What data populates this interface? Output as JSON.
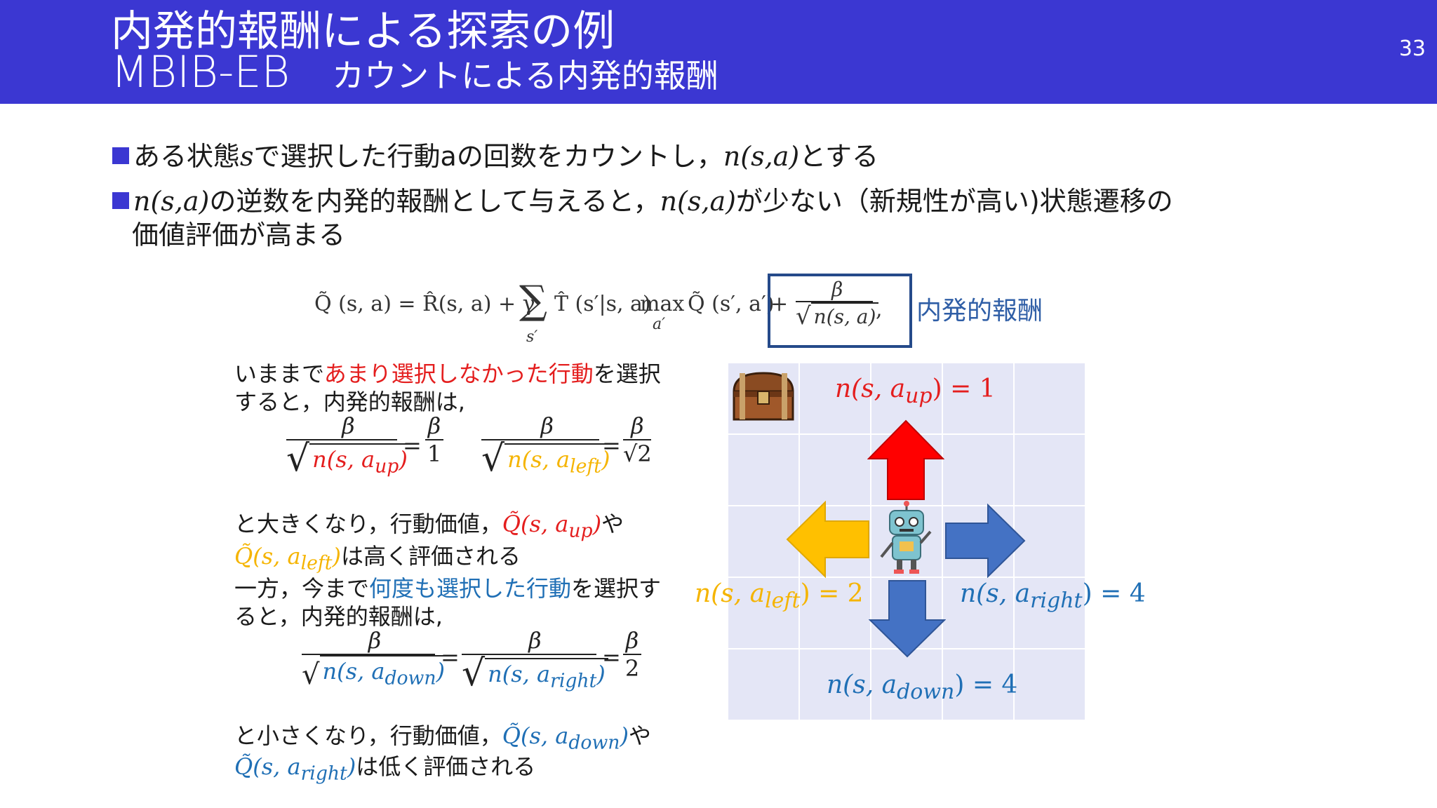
{
  "header": {
    "title_line1": "内発的報酬による探索の例",
    "title_line2": "MBIB-EB",
    "title_line2_sub": "カウントによる内発的報酬",
    "page_number": "33"
  },
  "bullets": [
    {
      "text_pre": "ある状態",
      "var_s": "s",
      "text_mid": "で選択した行動aの回数をカウントし，",
      "math": "n(s,a)",
      "text_post": "とする"
    },
    {
      "math": "n(s,a)",
      "text_mid": "の逆数を内発的報酬として与えると，",
      "math2": "n(s,a)",
      "text_post": "が少ない（新規性が高い)状態遷移の",
      "line2": "価値評価が高まる"
    }
  ],
  "formula": {
    "lhs": "Q̃ (s, a) = R̂(s, a) + γ",
    "sum": "∑",
    "sum_sub": "s′",
    "mid": "T̂ (s′|s, a)",
    "max": "max",
    "max_sub": "a′",
    "after_max": "Q̃ (s′, a′)",
    "plus": "+",
    "frac_num": "β",
    "frac_den": "n(s, a)",
    "comma": ",",
    "label": "内発的報酬"
  },
  "explanation": {
    "p1_pre": "いままで",
    "p1_red": "あまり選択しなかった行動",
    "p1_post": "を選択",
    "p1_line2": "すると，内発的報酬は,",
    "beta": "β",
    "one": "1",
    "sqrt2": "√2",
    "two": "2",
    "eq": "=",
    "n_up": "n(s, a",
    "n_up_sub": "up",
    "n_left_sub": "left",
    "n_down_sub": "down",
    "n_right_sub": "right",
    "close": ")",
    "p2_pre": "と大きくなり，行動価値，",
    "q_up": "Q̃(s, a",
    "p2_post": "や",
    "p2_line2_post": "は高く評価される",
    "p3_pre": "一方，今まで",
    "p3_blue": "何度も選択した行動",
    "p3_post": "を選択す",
    "p3_line2": "ると，内発的報酬は,",
    "p4_pre": "と小さくなり，行動価値，",
    "p4_post": "や",
    "p4_line2_post": "は低く評価される"
  },
  "grid_labels": {
    "up": {
      "pre": "n(s, a",
      "sub": "up",
      "post": ") = 1"
    },
    "left": {
      "pre": "n(s, a",
      "sub": "left",
      "post": ") = 2"
    },
    "right": {
      "pre": "n(s, a",
      "sub": "right",
      "post": ") = 4"
    },
    "down": {
      "pre": "n(s, a",
      "sub": "down",
      "post": ") = 4"
    }
  },
  "colors": {
    "header_bg": "#3b37d2",
    "red": "#e41e1e",
    "yellow": "#f5b400",
    "blue": "#1f6fb5",
    "arrow_up": "#ff0000",
    "arrow_left": "#ffc000",
    "arrow_right": "#4472c4",
    "arrow_down": "#4472c4",
    "grid_bg": "#e4e6f6",
    "box_border": "#254a8a"
  },
  "icons": [
    "treasure-chest-icon",
    "robot-icon",
    "up-arrow-icon",
    "left-arrow-icon",
    "right-arrow-icon",
    "down-arrow-icon"
  ]
}
